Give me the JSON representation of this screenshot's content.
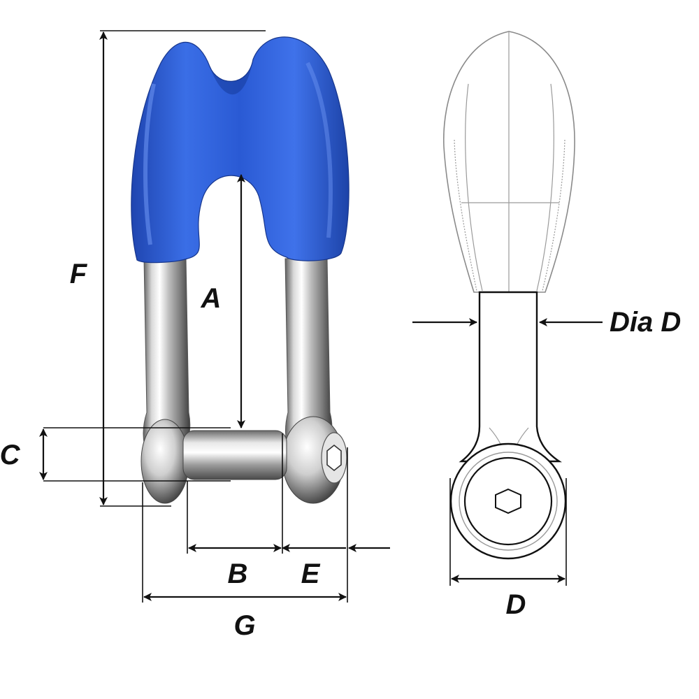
{
  "labels": {
    "A": "A",
    "B": "B",
    "C": "C",
    "D": "D",
    "E": "E",
    "F": "F",
    "G": "G",
    "dia_d": "Dia D"
  },
  "colors": {
    "cover_blue": "#2f62d8",
    "cover_dark": "#1d43a8",
    "steel_light": "#f2f2f2",
    "steel_dark": "#6e6e6e"
  },
  "icons": {
    "shackle": "shackle-photo-icon",
    "side_view": "shackle-side-view-icon",
    "hex_socket": "hex-socket-icon"
  }
}
